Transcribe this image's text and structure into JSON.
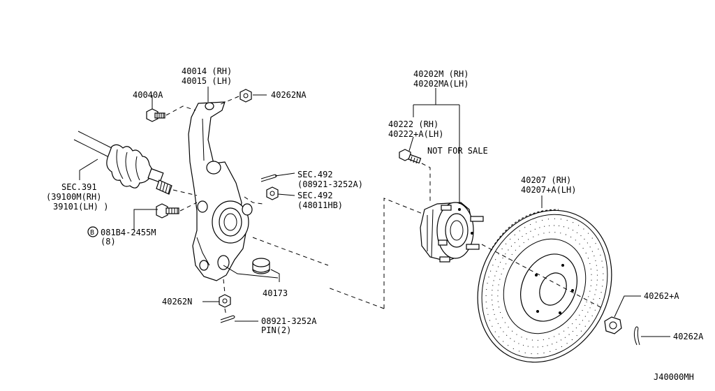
{
  "labels": {
    "knuckle_rh": "40014 (RH)",
    "knuckle_lh": "40015 (LH)",
    "bolt_top": "40040A",
    "nut_top": "40262NA",
    "driveshaft_sec": "SEC.391",
    "driveshaft_rh": "(39100M(RH)",
    "driveshaft_lh": "39101(LH) )",
    "bolt_part": "081B4-2455M",
    "bolt_qty": "(8)",
    "bolt_circle": "B",
    "sec492_a": "SEC.492",
    "sec492_a_part": "(08921-3252A)",
    "sec492_b": "SEC.492",
    "sec492_b_part": "(48011HB)",
    "bushing": "40173",
    "nut_lower": "40262N",
    "pin_part": "08921-3252A",
    "pin_label": "PIN(2)",
    "hub_rh": "40202M (RH)",
    "hub_lh": "40202MA(LH)",
    "stud_rh": "40222  (RH)",
    "stud_lh": "40222+A(LH)",
    "not_for_sale": "NOT FOR SALE",
    "rotor_rh": "40207  (RH)",
    "rotor_lh": "40207+A(LH)",
    "nut_hub": "40262+A",
    "pin_hub": "40262A",
    "diagram_code": "J40000MH"
  }
}
